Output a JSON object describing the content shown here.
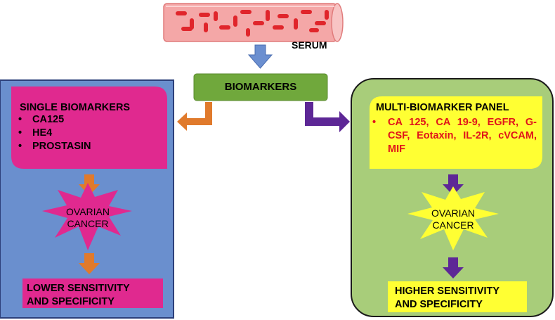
{
  "serum_label": "SERUM",
  "biomarkers_label": "BIOMARKERS",
  "left_panel": {
    "title": "SINGLE BIOMARKERS",
    "items": [
      "CA125",
      "HE4",
      "PROSTASIN"
    ],
    "star_line1": "OVARIAN",
    "star_line2": "CANCER",
    "result_line1": "LOWER SENSITIVITY",
    "result_line2": "AND SPECIFICITY"
  },
  "right_panel": {
    "title": "MULTI-BIOMARKER PANEL",
    "markers": "CA 125, CA 19-9, EGFR, G-CSF, Eotaxin, IL-2R, cVCAM, MIF",
    "star_line1": "OVARIAN",
    "star_line2": "CANCER",
    "result_line1": "HIGHER SENSITIVITY",
    "result_line2": "AND SPECIFICITY"
  },
  "colors": {
    "left_panel_bg": "#6a8fce",
    "left_box": "#e0298f",
    "right_panel_bg": "#a8cd7a",
    "right_box": "#ffff33",
    "biomarkers_box": "#70a83c",
    "orange_arrow": "#e07a2c",
    "purple_arrow": "#5d2796",
    "blue_arrow": "#6b8fd0",
    "marker_text": "#e0131a",
    "vessel": "#f4a7a7",
    "blood_cell": "#e0252b"
  }
}
